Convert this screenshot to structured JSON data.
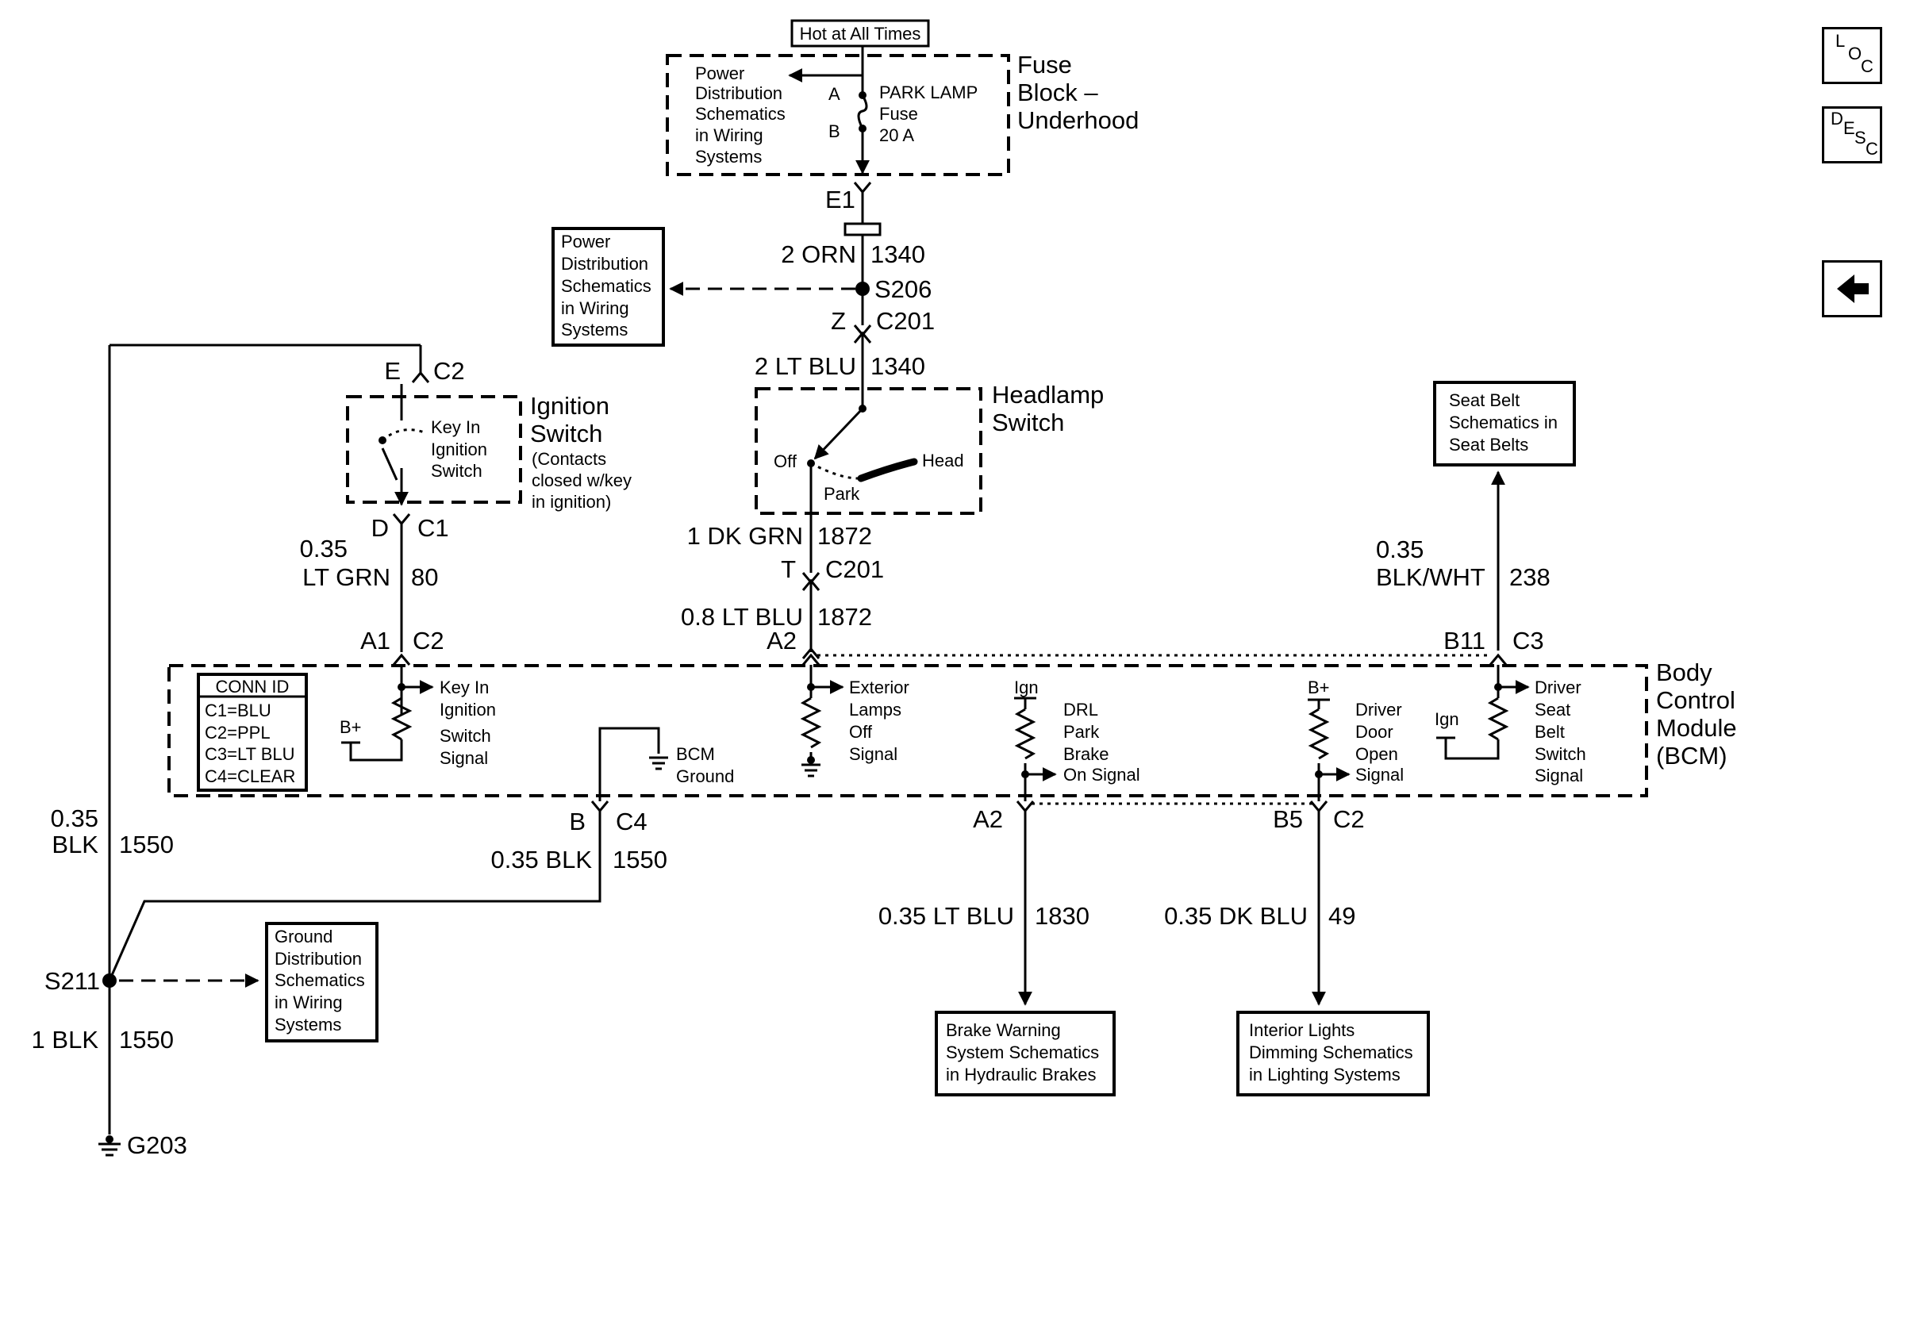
{
  "nav": {
    "loc": [
      "L",
      "O",
      "C"
    ],
    "desc": [
      "D",
      "E",
      "S",
      "C"
    ],
    "back_icon": "left-arrow-icon"
  },
  "fuse_block": {
    "top_label": "Hot at All Times",
    "ref": [
      "Power",
      "Distribution",
      "Schematics",
      "in Wiring",
      "Systems"
    ],
    "pin_a": "A",
    "pin_b": "B",
    "fuse": [
      "PARK LAMP",
      "Fuse",
      "20 A"
    ],
    "title": [
      "Fuse",
      "Block –",
      "Underhood"
    ]
  },
  "e1": "E1",
  "wire_2orn": {
    "gauge": "2 ORN",
    "circuit": "1340"
  },
  "s206": {
    "splice": "S206",
    "ref": [
      "Power",
      "Distribution",
      "Schematics",
      "in Wiring",
      "Systems"
    ]
  },
  "c201_z": {
    "pin": "Z",
    "conn": "C201"
  },
  "wire_2ltblu": {
    "gauge": "2 LT BLU",
    "circuit": "1340"
  },
  "headlamp": {
    "title": [
      "Headlamp",
      "Switch"
    ],
    "off": "Off",
    "park": "Park",
    "head": "Head"
  },
  "wire_1dkgrn": {
    "gauge": "1 DK GRN",
    "circuit": "1872"
  },
  "c201_t": {
    "pin": "T",
    "conn": "C201"
  },
  "wire_08ltblu": {
    "gauge": "0.8 LT BLU",
    "circuit": "1872"
  },
  "ignition": {
    "c2_pin": "E",
    "c2": "C2",
    "inner": [
      "Key In",
      "Ignition",
      "Switch"
    ],
    "title": [
      "Ignition",
      "Switch"
    ],
    "note": [
      "(Contacts",
      "closed w/key",
      "in ignition)"
    ],
    "c1_pin": "D",
    "c1": "C1"
  },
  "wire_ltgrn": {
    "gauge": [
      "0.35",
      "LT GRN"
    ],
    "circuit": "80"
  },
  "seatbelt": {
    "ref": [
      "Seat Belt",
      "Schematics in",
      "Seat Belts"
    ]
  },
  "wire_blkwht": {
    "gauge": [
      "0.35",
      "BLK/WHT"
    ],
    "circuit": "238"
  },
  "bcm": {
    "title": [
      "Body",
      "Control",
      "Module",
      "(BCM)"
    ],
    "conn_id": {
      "title": "CONN ID",
      "rows": [
        "C1=BLU",
        "C2=PPL",
        "C3=LT BLU",
        "C4=CLEAR"
      ]
    },
    "a1": "A1",
    "c2_top": "C2",
    "a2_top": "A2",
    "b11": "B11",
    "c3": "C3",
    "bplus": "B+",
    "ign": "Ign",
    "key_in": [
      "Key In",
      "Ignition",
      "Switch",
      "Signal"
    ],
    "ground": [
      "BCM",
      "Ground"
    ],
    "exterior": [
      "Exterior",
      "Lamps",
      "Off",
      "Signal"
    ],
    "drl": [
      "DRL",
      "Park",
      "Brake",
      "On Signal"
    ],
    "door": [
      "Driver",
      "Door",
      "Open",
      "Signal"
    ],
    "seat": [
      "Driver",
      "Seat",
      "Belt",
      "Switch",
      "Signal"
    ],
    "b_pin": "B",
    "c4": "C4",
    "a2_bot": "A2",
    "b5": "B5",
    "c2_bot": "C2"
  },
  "wire_blk_left": {
    "gauge": [
      "0.35",
      "BLK"
    ],
    "circuit": "1550"
  },
  "wire_blk_c4": {
    "gauge": "0.35 BLK",
    "circuit": "1550"
  },
  "s211": {
    "splice": "S211",
    "ref": [
      "Ground",
      "Distribution",
      "Schematics",
      "in Wiring",
      "Systems"
    ]
  },
  "wire_1blk": {
    "gauge": "1 BLK",
    "circuit": "1550"
  },
  "g203": "G203",
  "wire_1830": {
    "gauge": "0.35 LT BLU",
    "circuit": "1830"
  },
  "brake_ref": [
    "Brake Warning",
    "System Schematics",
    "in Hydraulic Brakes"
  ],
  "wire_49": {
    "gauge": "0.35 DK BLU",
    "circuit": "49"
  },
  "interior_ref": [
    "Interior Lights",
    "Dimming Schematics",
    "in Lighting Systems"
  ]
}
